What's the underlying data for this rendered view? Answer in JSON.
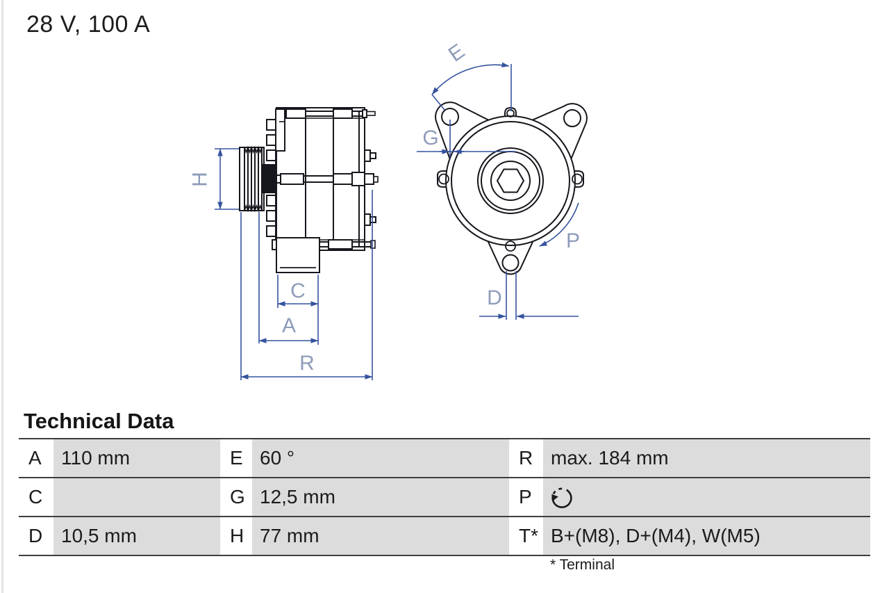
{
  "title": "28 V, 100 A",
  "drawing": {
    "side_view_labels": {
      "H": "H",
      "C": "C",
      "A": "A",
      "R": "R"
    },
    "front_view_labels": {
      "E": "E",
      "G": "G",
      "P": "P",
      "D": "D"
    }
  },
  "technical_data": {
    "heading": "Technical Data",
    "rows": [
      [
        {
          "key": "A",
          "value": "110 mm"
        },
        {
          "key": "E",
          "value": "60 °"
        },
        {
          "key": "R",
          "value": "max. 184 mm"
        }
      ],
      [
        {
          "key": "C",
          "value": ""
        },
        {
          "key": "G",
          "value": "12,5 mm"
        },
        {
          "key": "P",
          "value": "",
          "icon": "rotation-direction-icon"
        }
      ],
      [
        {
          "key": "D",
          "value": "10,5 mm"
        },
        {
          "key": "H",
          "value": "77 mm"
        },
        {
          "key": "T*",
          "value": "B+(M8), D+(M4), W(M5)"
        }
      ]
    ],
    "footnote": "* Terminal"
  },
  "colors": {
    "line": "#16161d",
    "dimension_blue": "#35539f",
    "dimension_label": "#8e9cba",
    "table_cell_gray": "#dcdcdc",
    "table_border": "#3d3d3d"
  }
}
